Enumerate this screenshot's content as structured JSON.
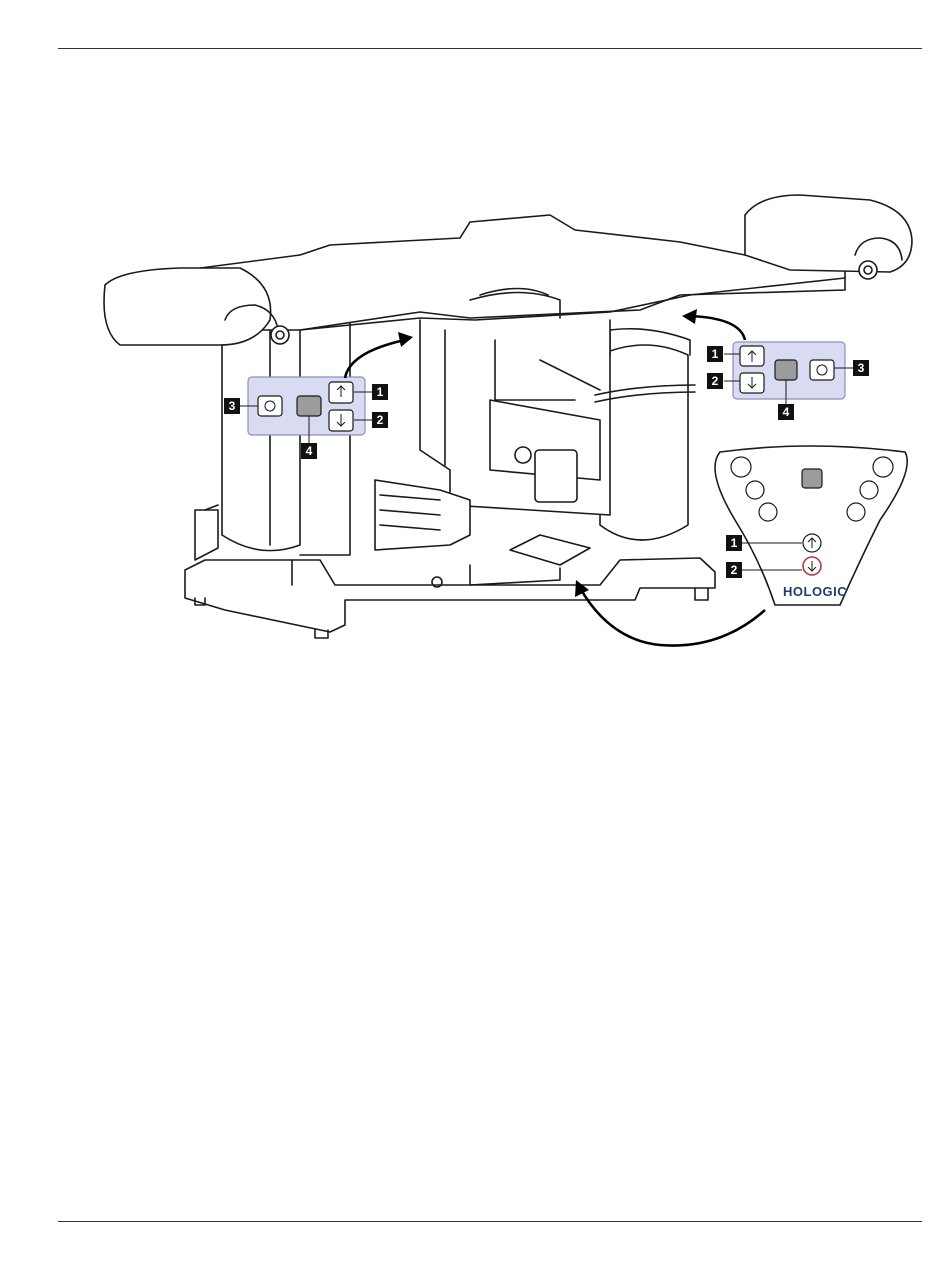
{
  "callouts": {
    "left_panel": [
      "1",
      "2",
      "3",
      "4"
    ],
    "right_panel": [
      "1",
      "2",
      "3",
      "4"
    ],
    "footswitch": [
      "1",
      "2"
    ]
  },
  "footswitch": {
    "logo": "HOLOGIC"
  },
  "colors": {
    "panel_fill": "#d9dbf3",
    "panel_stroke": "#8a8fc0",
    "ink": "#1a1a1a",
    "callout_bg": "#111111",
    "logo": "#1f3b73"
  }
}
